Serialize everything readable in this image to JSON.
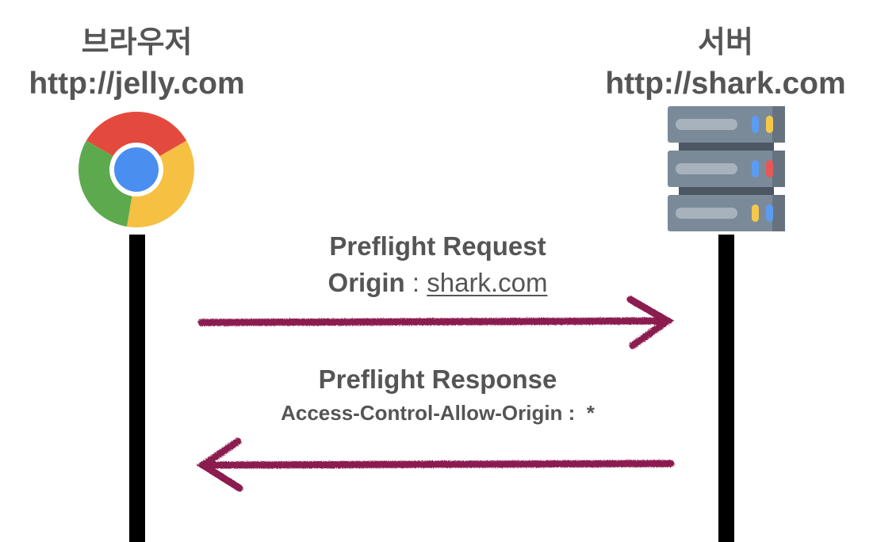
{
  "client": {
    "title": "브라우저",
    "url": "http://jelly.com",
    "icon": "chrome-browser-icon"
  },
  "server": {
    "title": "서버",
    "url": "http://shark.com",
    "icon": "server-rack-icon"
  },
  "request": {
    "title": "Preflight Request",
    "origin_label": "Origin",
    "separator": ":",
    "origin_value": "shark.com",
    "direction": "client-to-server"
  },
  "response": {
    "title": "Preflight Response",
    "header_label": "Access-Control-Allow-Origin",
    "separator": ":",
    "header_value": "*",
    "direction": "server-to-client"
  },
  "colors": {
    "text": "#555555",
    "arrow": "#8b1a4f",
    "lifeline": "#000000",
    "chrome_red": "#e34a3d",
    "chrome_yellow": "#f6c042",
    "chrome_green": "#5daa4e",
    "chrome_blue": "#4a8ff0",
    "server_body": "#7b8a99",
    "server_dark": "#4c5763",
    "led_blue": "#5b9cf2",
    "led_yellow": "#f4c84a",
    "led_red": "#e65858"
  }
}
